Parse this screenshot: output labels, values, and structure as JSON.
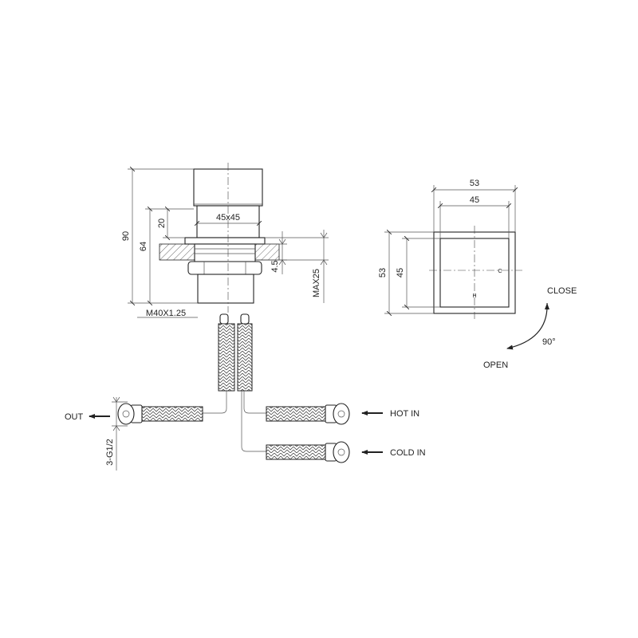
{
  "dimensions": {
    "overall_height": "90",
    "body_height": "64",
    "handle_height": "20",
    "handle_size": "45x45",
    "thread": "M40X1.25",
    "wall_min": "4.5",
    "wall_max": "MAX25",
    "outer_width": "53",
    "inner_width": "45",
    "outer_height": "53",
    "inner_height": "45",
    "fitting": "3-G1/2"
  },
  "labels": {
    "out": "OUT",
    "hot_in": "HOT IN",
    "cold_in": "COLD IN",
    "close": "CLOSE",
    "open": "OPEN",
    "angle": "90°",
    "c_mark": "C",
    "h_mark": "H"
  }
}
